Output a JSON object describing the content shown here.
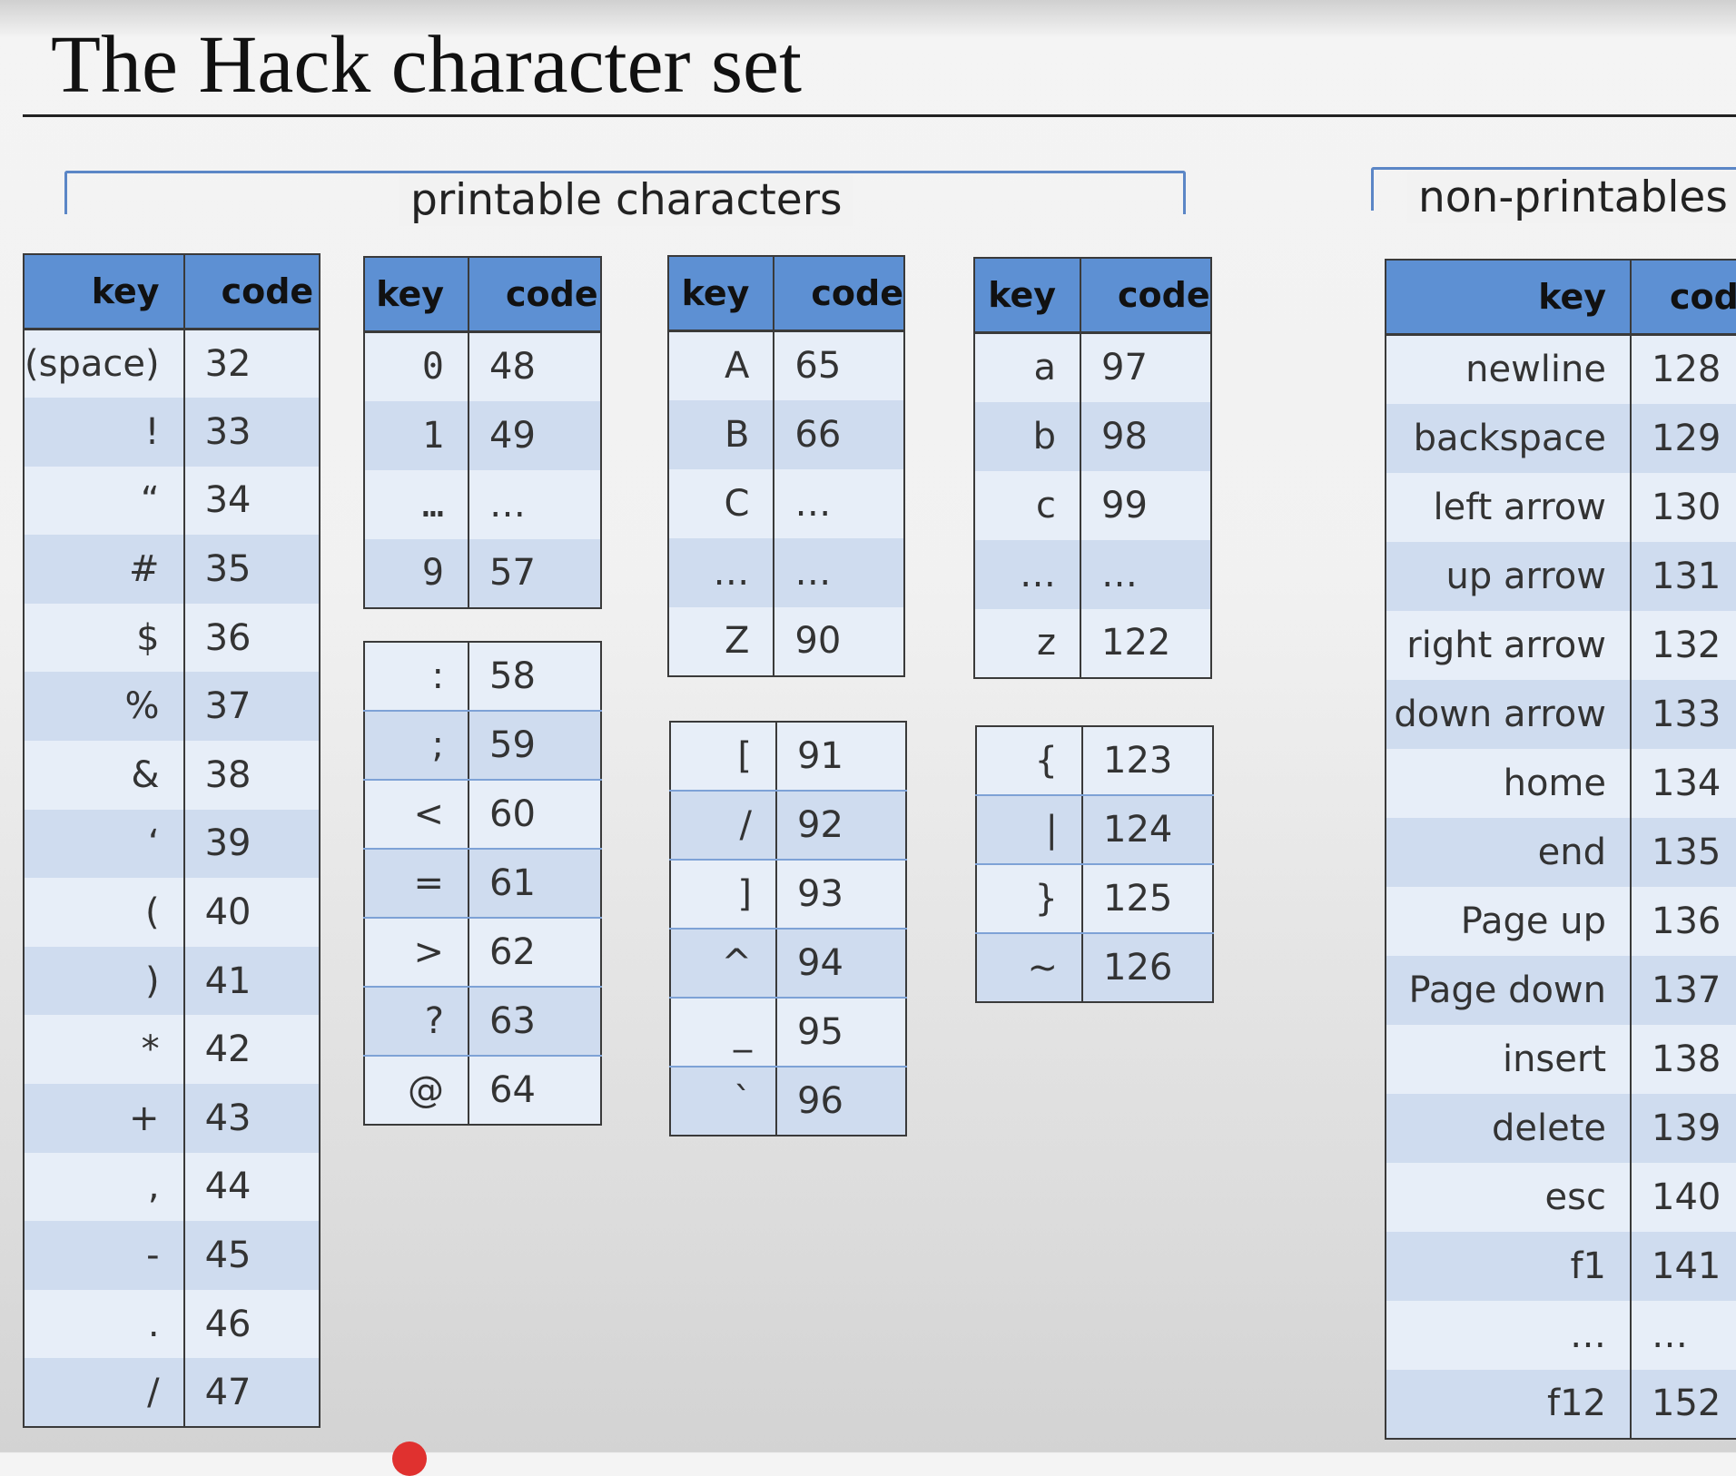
{
  "title": "The Hack character set",
  "printable_label": "printable characters",
  "nonprintable_label": "non-printables",
  "headers": {
    "key": "key",
    "code": "code",
    "code_clipped": "cod"
  },
  "tables": {
    "t1": [
      {
        "key": "(space)",
        "code": "32"
      },
      {
        "key": "!",
        "code": "33"
      },
      {
        "key": "“",
        "code": "34"
      },
      {
        "key": "#",
        "code": "35"
      },
      {
        "key": "$",
        "code": "36"
      },
      {
        "key": "%",
        "code": "37"
      },
      {
        "key": "&",
        "code": "38"
      },
      {
        "key": "‘",
        "code": "39"
      },
      {
        "key": "(",
        "code": "40"
      },
      {
        "key": ")",
        "code": "41"
      },
      {
        "key": "*",
        "code": "42"
      },
      {
        "key": "+",
        "code": "43"
      },
      {
        "key": ",",
        "code": "44"
      },
      {
        "key": "-",
        "code": "45"
      },
      {
        "key": ".",
        "code": "46"
      },
      {
        "key": "/",
        "code": "47"
      }
    ],
    "t2a": [
      {
        "key": "0",
        "code": "48"
      },
      {
        "key": "1",
        "code": "49"
      },
      {
        "key": "…",
        "code": "…"
      },
      {
        "key": "9",
        "code": "57"
      }
    ],
    "t2b": [
      {
        "key": ":",
        "code": "58"
      },
      {
        "key": ";",
        "code": "59"
      },
      {
        "key": "<",
        "code": "60"
      },
      {
        "key": "=",
        "code": "61"
      },
      {
        "key": ">",
        "code": "62"
      },
      {
        "key": "?",
        "code": "63"
      },
      {
        "key": "@",
        "code": "64"
      }
    ],
    "t3a": [
      {
        "key": "A",
        "code": "65"
      },
      {
        "key": "B",
        "code": "66"
      },
      {
        "key": "C",
        "code": "…"
      },
      {
        "key": "…",
        "code": "…"
      },
      {
        "key": "Z",
        "code": "90"
      }
    ],
    "t3b": [
      {
        "key": "[",
        "code": "91"
      },
      {
        "key": "/",
        "code": "92"
      },
      {
        "key": "]",
        "code": "93"
      },
      {
        "key": "^",
        "code": "94"
      },
      {
        "key": "_",
        "code": "95"
      },
      {
        "key": "`",
        "code": "96"
      }
    ],
    "t4a": [
      {
        "key": "a",
        "code": "97"
      },
      {
        "key": "b",
        "code": "98"
      },
      {
        "key": "c",
        "code": "99"
      },
      {
        "key": "…",
        "code": "…"
      },
      {
        "key": "z",
        "code": "122"
      }
    ],
    "t4b": [
      {
        "key": "{",
        "code": "123"
      },
      {
        "key": "|",
        "code": "124"
      },
      {
        "key": "}",
        "code": "125"
      },
      {
        "key": "~",
        "code": "126"
      }
    ],
    "t5": [
      {
        "key": "newline",
        "code": "128"
      },
      {
        "key": "backspace",
        "code": "129"
      },
      {
        "key": "left arrow",
        "code": "130"
      },
      {
        "key": "up arrow",
        "code": "131"
      },
      {
        "key": "right arrow",
        "code": "132"
      },
      {
        "key": "down arrow",
        "code": "133"
      },
      {
        "key": "home",
        "code": "134"
      },
      {
        "key": "end",
        "code": "135"
      },
      {
        "key": "Page up",
        "code": "136"
      },
      {
        "key": "Page down",
        "code": "137"
      },
      {
        "key": "insert",
        "code": "138"
      },
      {
        "key": "delete",
        "code": "139"
      },
      {
        "key": "esc",
        "code": "140"
      },
      {
        "key": "f1",
        "code": "141"
      },
      {
        "key": "…",
        "code": "…"
      },
      {
        "key": "f12",
        "code": "152"
      }
    ]
  }
}
